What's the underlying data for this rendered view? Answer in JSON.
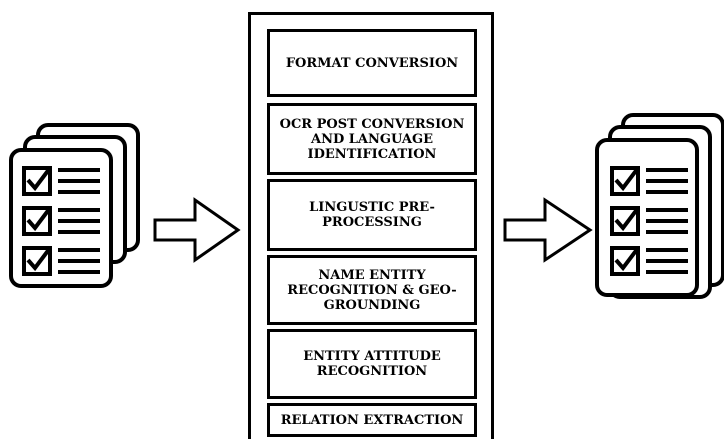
{
  "steps": [
    {
      "label": "FORMAT CONVERSION"
    },
    {
      "label": "OCR POST CONVERSION AND LANGUAGE IDENTIFICATION"
    },
    {
      "label": "LINGUSTIC PRE-PROCESSING"
    },
    {
      "label": "NAME ENTITY RECOGNITION & GEO-GROUNDING"
    },
    {
      "label": "ENTITY ATTITUDE RECOGNITION"
    },
    {
      "label": "RELATION EXTRACTION"
    }
  ],
  "icons": {
    "input_documents": "checklist-documents-icon",
    "output_documents": "checklist-documents-icon",
    "arrow": "right-arrow-icon"
  },
  "colors": {
    "stroke": "#000000",
    "background": "#ffffff"
  }
}
